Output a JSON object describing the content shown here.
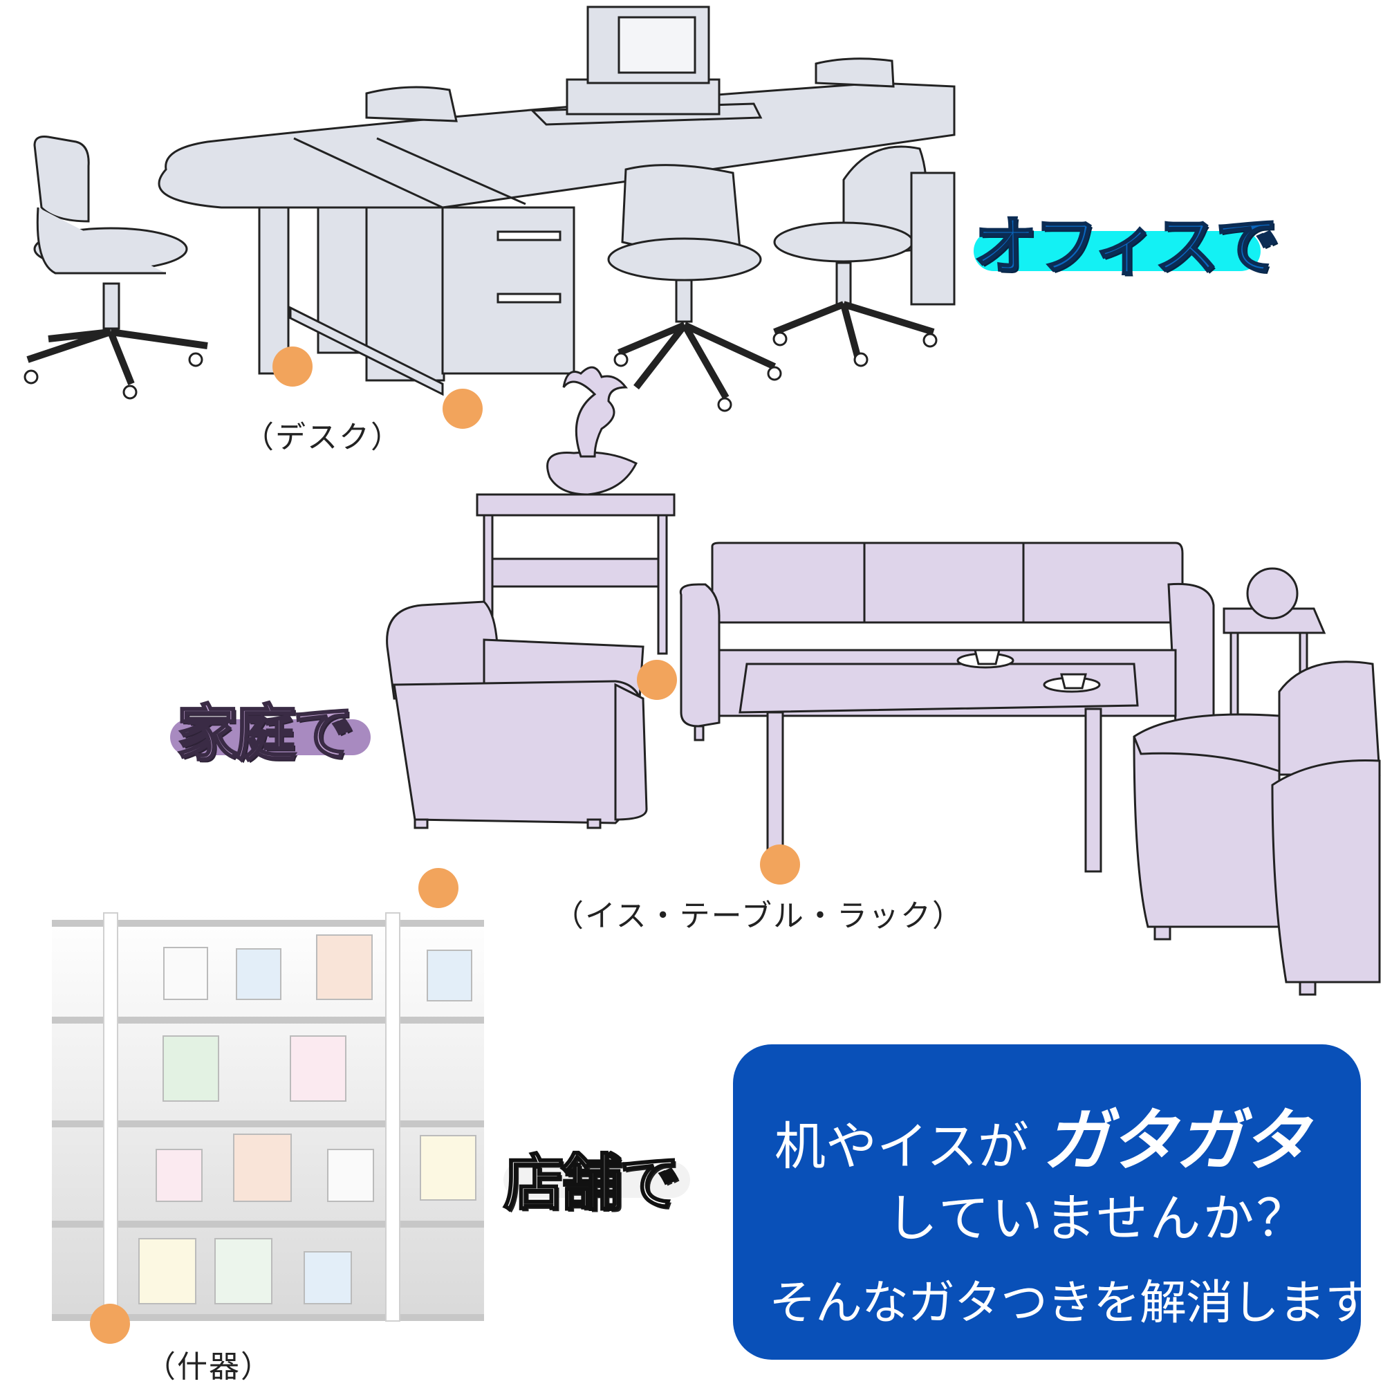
{
  "sections": {
    "office": {
      "label": "オフィスで",
      "caption": "（デスク）"
    },
    "home": {
      "label": "家庭で",
      "caption": "（イス・テーブル・ラック）"
    },
    "shop": {
      "label": "店舗で",
      "caption": "（什器）"
    }
  },
  "message": {
    "line1_prefix": "机やイスが",
    "line1_emphasis": "ガタガタ",
    "line2": "していませんか？",
    "line3": "そんなガタつきを解消します！"
  },
  "colors": {
    "office_accent": "#13f1f4",
    "home_accent": "#a88ac0",
    "panel": "#0950b8",
    "leg_marker": "#f2a45c"
  }
}
